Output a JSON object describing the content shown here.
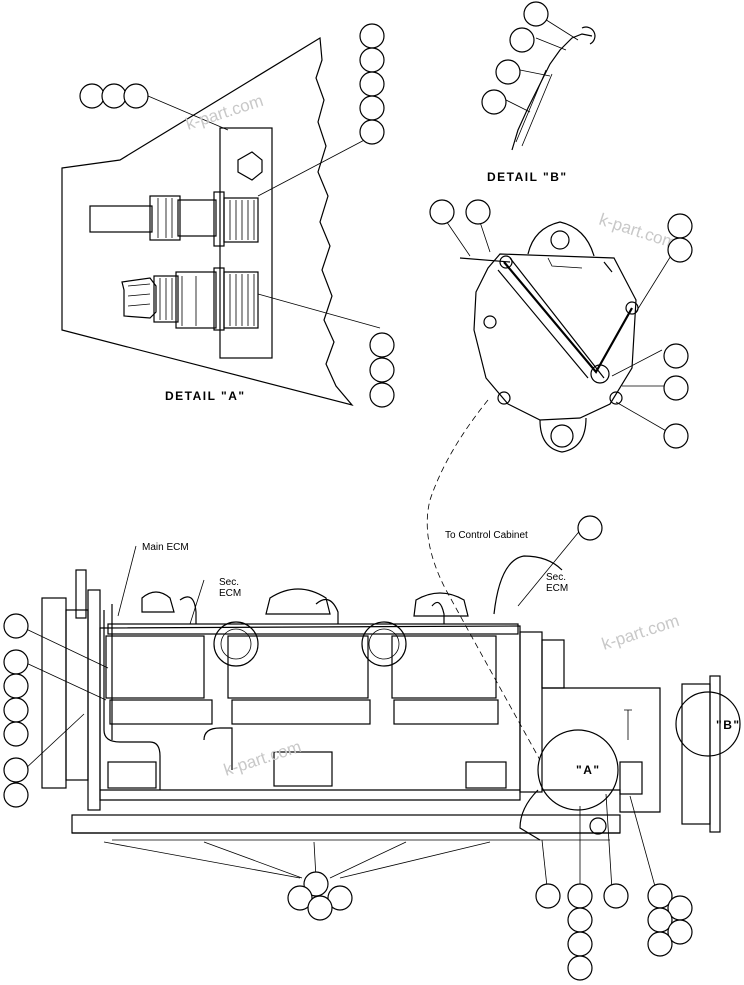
{
  "labels": {
    "detail_a": "DETAIL \"A\"",
    "detail_b": "DETAIL \"B\"",
    "main_ecm": "Main ECM",
    "sec_ecm_left_1": "Sec.",
    "sec_ecm_left_2": "ECM",
    "sec_ecm_right_1": "Sec.",
    "sec_ecm_right_2": "ECM",
    "to_control_cabinet": "To Control Cabinet",
    "callout_a": "\"A\"",
    "callout_b": "\"B\""
  },
  "watermarks": {
    "wm1": "k-part.com",
    "wm2": "k-part.com",
    "wm3": "k-part.com",
    "wm4": "k-part.com"
  },
  "colors": {
    "line": "#000000",
    "watermark": "#c8c8c8",
    "background": "#ffffff"
  }
}
